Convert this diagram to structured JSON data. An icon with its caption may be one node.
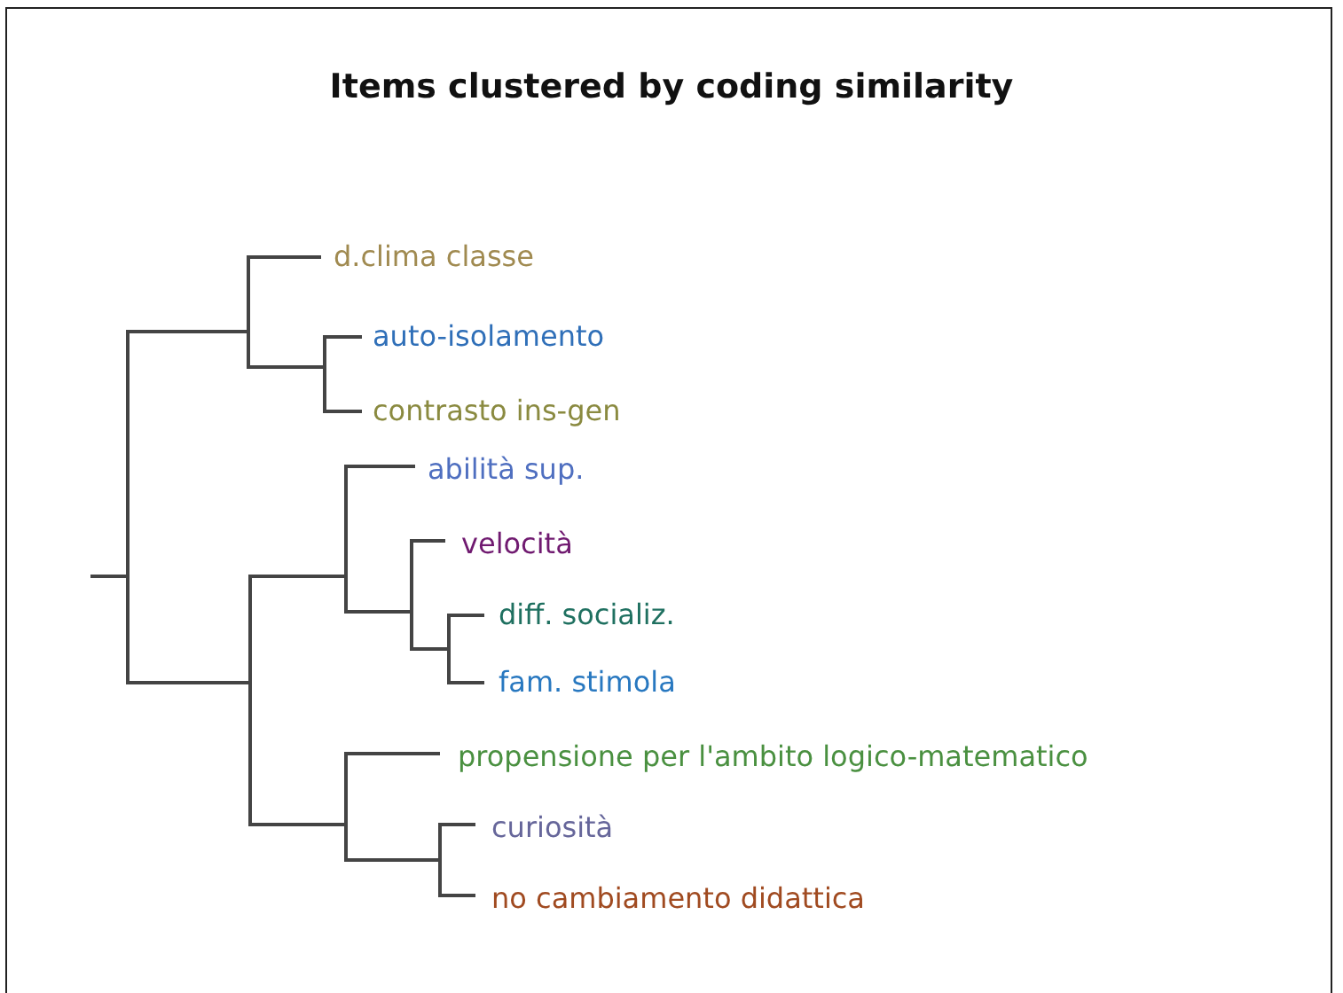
{
  "diagram": {
    "title": "Items clustered by coding similarity",
    "nodes": [
      {
        "text": [
          "d.clima classe"
        ]
      },
      {
        "text": [
          "auto-isolamento"
        ]
      },
      {
        "text": [
          "contrasto ins-gen"
        ]
      },
      {
        "text": [
          "abilità sup."
        ]
      },
      {
        "text": [
          "velocità"
        ]
      },
      {
        "text": [
          "diff. socializ."
        ]
      },
      {
        "text": [
          "fam. stimola"
        ]
      },
      {
        "text": [
          "propensione per l'ambito logico-matematico"
        ]
      },
      {
        "text": [
          "curiosità"
        ]
      },
      {
        "text": [
          "no cambiamento didattica"
        ]
      }
    ]
  }
}
